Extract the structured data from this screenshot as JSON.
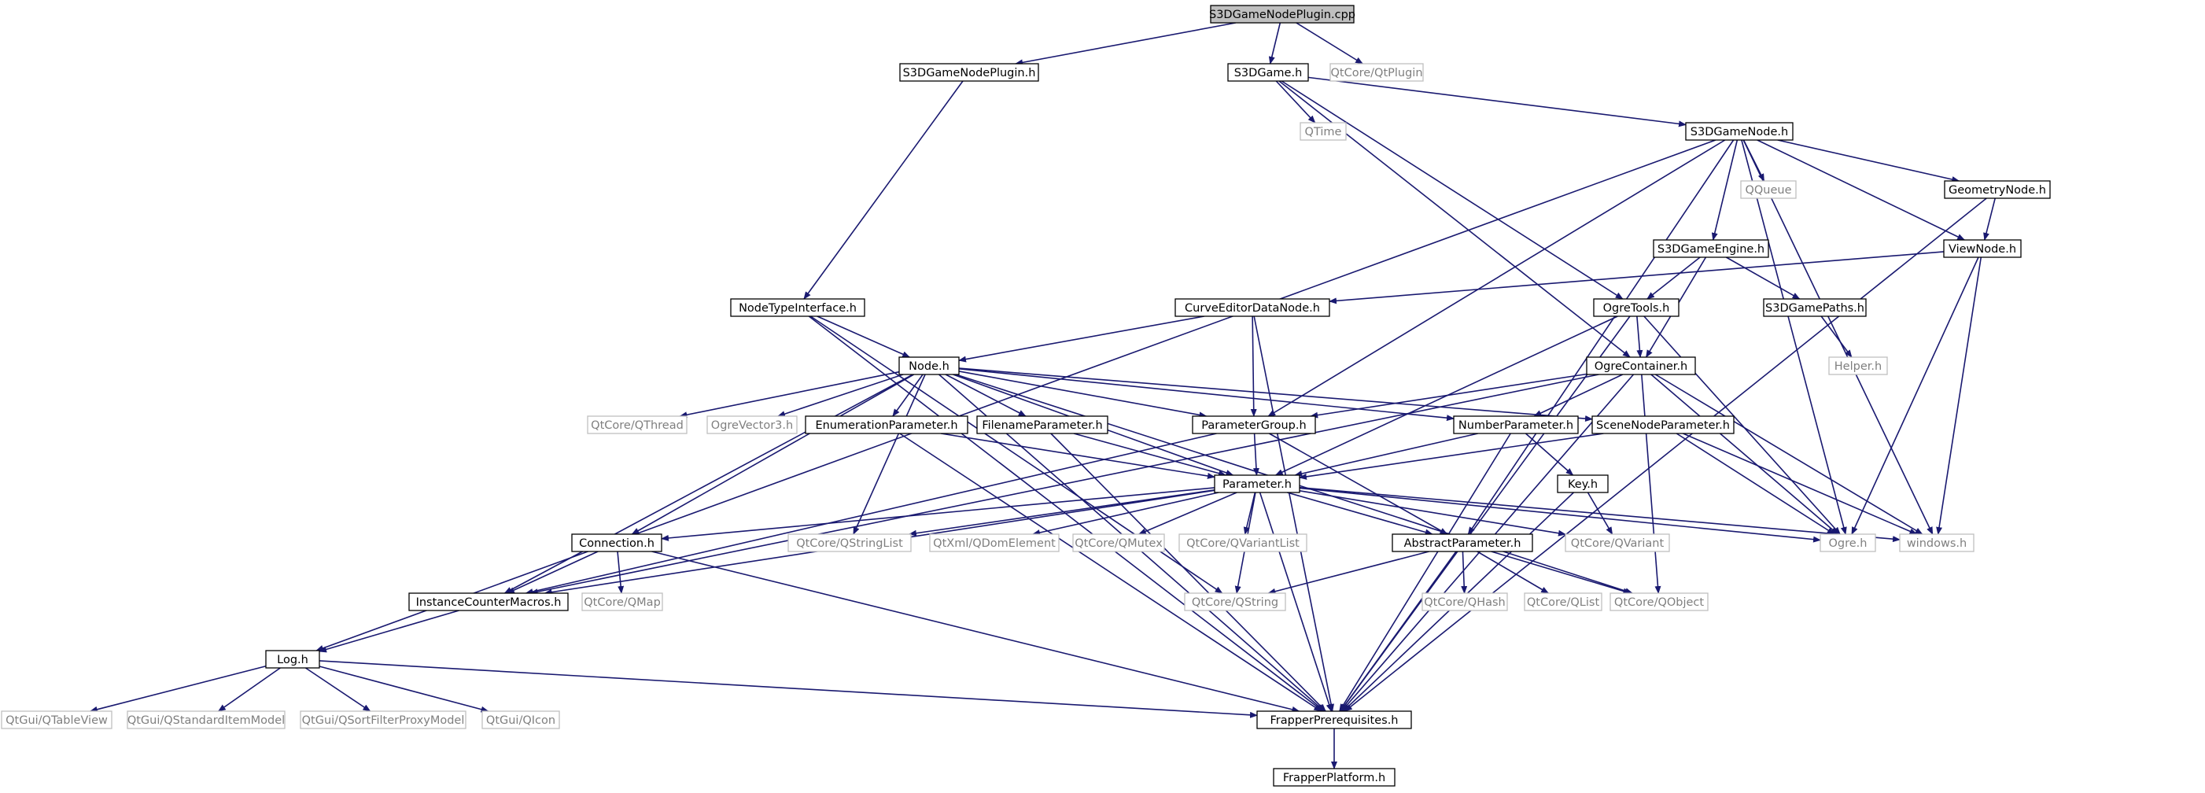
{
  "graph": {
    "colors": {
      "edge": "#191970",
      "root_fill": "#bfbfbf",
      "node_border": "#000000",
      "external_border": "#bfbfbf",
      "external_text": "#7f7f7f",
      "text": "#000000"
    },
    "nodes": [
      {
        "id": "root",
        "label": "S3DGameNodePlugin.cpp",
        "kind": "root"
      },
      {
        "id": "plugin_h",
        "label": "S3DGameNodePlugin.h",
        "kind": "header"
      },
      {
        "id": "game_h",
        "label": "S3DGame.h",
        "kind": "header"
      },
      {
        "id": "qtplugin",
        "label": "QtCore/QtPlugin",
        "kind": "external"
      },
      {
        "id": "qtime",
        "label": "QTime",
        "kind": "external"
      },
      {
        "id": "gamenode_h",
        "label": "S3DGameNode.h",
        "kind": "header"
      },
      {
        "id": "qqueue",
        "label": "QQueue",
        "kind": "external"
      },
      {
        "id": "geometrynode_h",
        "label": "GeometryNode.h",
        "kind": "header"
      },
      {
        "id": "gameengine_h",
        "label": "S3DGameEngine.h",
        "kind": "header"
      },
      {
        "id": "viewnode_h",
        "label": "ViewNode.h",
        "kind": "header"
      },
      {
        "id": "nodetypeinterface_h",
        "label": "NodeTypeInterface.h",
        "kind": "header"
      },
      {
        "id": "curveeditor_h",
        "label": "CurveEditorDataNode.h",
        "kind": "header"
      },
      {
        "id": "ogretools_h",
        "label": "OgreTools.h",
        "kind": "header"
      },
      {
        "id": "gamepaths_h",
        "label": "S3DGamePaths.h",
        "kind": "header"
      },
      {
        "id": "helper_h",
        "label": "Helper.h",
        "kind": "external"
      },
      {
        "id": "node_h",
        "label": "Node.h",
        "kind": "header"
      },
      {
        "id": "ogrecontainer_h",
        "label": "OgreContainer.h",
        "kind": "header"
      },
      {
        "id": "qthread",
        "label": "QtCore/QThread",
        "kind": "external"
      },
      {
        "id": "ogrevector3",
        "label": "OgreVector3.h",
        "kind": "external"
      },
      {
        "id": "enumparam_h",
        "label": "EnumerationParameter.h",
        "kind": "header"
      },
      {
        "id": "filenameparam_h",
        "label": "FilenameParameter.h",
        "kind": "header"
      },
      {
        "id": "paramgroup_h",
        "label": "ParameterGroup.h",
        "kind": "header"
      },
      {
        "id": "numberparam_h",
        "label": "NumberParameter.h",
        "kind": "header"
      },
      {
        "id": "scenenodeparam_h",
        "label": "SceneNodeParameter.h",
        "kind": "header"
      },
      {
        "id": "parameter_h",
        "label": "Parameter.h",
        "kind": "header"
      },
      {
        "id": "key_h",
        "label": "Key.h",
        "kind": "header"
      },
      {
        "id": "connection_h",
        "label": "Connection.h",
        "kind": "header"
      },
      {
        "id": "qstringlist",
        "label": "QtCore/QStringList",
        "kind": "external"
      },
      {
        "id": "qdomelement",
        "label": "QtXml/QDomElement",
        "kind": "external"
      },
      {
        "id": "qmutex",
        "label": "QtCore/QMutex",
        "kind": "external"
      },
      {
        "id": "qvariantlist",
        "label": "QtCore/QVariantList",
        "kind": "external"
      },
      {
        "id": "abstractparam_h",
        "label": "AbstractParameter.h",
        "kind": "header"
      },
      {
        "id": "qvariant",
        "label": "QtCore/QVariant",
        "kind": "external"
      },
      {
        "id": "ogre_h",
        "label": "Ogre.h",
        "kind": "external"
      },
      {
        "id": "windows_h",
        "label": "windows.h",
        "kind": "external"
      },
      {
        "id": "instancecounter_h",
        "label": "InstanceCounterMacros.h",
        "kind": "header"
      },
      {
        "id": "qmap",
        "label": "QtCore/QMap",
        "kind": "external"
      },
      {
        "id": "qstring",
        "label": "QtCore/QString",
        "kind": "external"
      },
      {
        "id": "qhash",
        "label": "QtCore/QHash",
        "kind": "external"
      },
      {
        "id": "qlist",
        "label": "QtCore/QList",
        "kind": "external"
      },
      {
        "id": "qobject",
        "label": "QtCore/QObject",
        "kind": "external"
      },
      {
        "id": "log_h",
        "label": "Log.h",
        "kind": "header"
      },
      {
        "id": "qtableview",
        "label": "QtGui/QTableView",
        "kind": "external"
      },
      {
        "id": "qstandarditemmodel",
        "label": "QtGui/QStandardItemModel",
        "kind": "external"
      },
      {
        "id": "qsortfilter",
        "label": "QtGui/QSortFilterProxyModel",
        "kind": "external"
      },
      {
        "id": "qicon",
        "label": "QtGui/QIcon",
        "kind": "external"
      },
      {
        "id": "frapperprereq_h",
        "label": "FrapperPrerequisites.h",
        "kind": "header"
      },
      {
        "id": "frapperplatform_h",
        "label": "FrapperPlatform.h",
        "kind": "header"
      }
    ],
    "edges": [
      [
        "root",
        "plugin_h"
      ],
      [
        "root",
        "game_h"
      ],
      [
        "root",
        "qtplugin"
      ],
      [
        "plugin_h",
        "nodetypeinterface_h"
      ],
      [
        "game_h",
        "qtime"
      ],
      [
        "game_h",
        "gamenode_h"
      ],
      [
        "game_h",
        "ogretools_h"
      ],
      [
        "game_h",
        "ogrecontainer_h"
      ],
      [
        "gamenode_h",
        "qqueue"
      ],
      [
        "gamenode_h",
        "geometrynode_h"
      ],
      [
        "gamenode_h",
        "gameengine_h"
      ],
      [
        "gamenode_h",
        "viewnode_h"
      ],
      [
        "gamenode_h",
        "log_h"
      ],
      [
        "gamenode_h",
        "paramgroup_h"
      ],
      [
        "gamenode_h",
        "abstractparam_h"
      ],
      [
        "gamenode_h",
        "ogre_h"
      ],
      [
        "gamenode_h",
        "windows_h"
      ],
      [
        "geometrynode_h",
        "viewnode_h"
      ],
      [
        "geometrynode_h",
        "frapperprereq_h"
      ],
      [
        "viewnode_h",
        "curveeditor_h"
      ],
      [
        "viewnode_h",
        "ogre_h"
      ],
      [
        "viewnode_h",
        "windows_h"
      ],
      [
        "gameengine_h",
        "ogretools_h"
      ],
      [
        "gameengine_h",
        "gamepaths_h"
      ],
      [
        "gameengine_h",
        "ogrecontainer_h"
      ],
      [
        "gamepaths_h",
        "helper_h"
      ],
      [
        "ogretools_h",
        "ogrecontainer_h"
      ],
      [
        "ogretools_h",
        "parameter_h"
      ],
      [
        "ogretools_h",
        "ogre_h"
      ],
      [
        "ogretools_h",
        "frapperprereq_h"
      ],
      [
        "nodetypeinterface_h",
        "node_h"
      ],
      [
        "nodetypeinterface_h",
        "qstring"
      ],
      [
        "nodetypeinterface_h",
        "frapperprereq_h"
      ],
      [
        "curveeditor_h",
        "node_h"
      ],
      [
        "curveeditor_h",
        "paramgroup_h"
      ],
      [
        "curveeditor_h",
        "frapperprereq_h"
      ],
      [
        "node_h",
        "qthread"
      ],
      [
        "node_h",
        "ogrevector3"
      ],
      [
        "node_h",
        "enumparam_h"
      ],
      [
        "node_h",
        "filenameparam_h"
      ],
      [
        "node_h",
        "paramgroup_h"
      ],
      [
        "node_h",
        "numberparam_h"
      ],
      [
        "node_h",
        "scenenodeparam_h"
      ],
      [
        "node_h",
        "parameter_h"
      ],
      [
        "node_h",
        "connection_h"
      ],
      [
        "node_h",
        "instancecounter_h"
      ],
      [
        "node_h",
        "qstringlist"
      ],
      [
        "node_h",
        "qobject"
      ],
      [
        "node_h",
        "frapperprereq_h"
      ],
      [
        "ogrecontainer_h",
        "paramgroup_h"
      ],
      [
        "ogrecontainer_h",
        "numberparam_h"
      ],
      [
        "ogrecontainer_h",
        "instancecounter_h"
      ],
      [
        "ogrecontainer_h",
        "qobject"
      ],
      [
        "ogrecontainer_h",
        "ogre_h"
      ],
      [
        "ogrecontainer_h",
        "windows_h"
      ],
      [
        "ogrecontainer_h",
        "frapperprereq_h"
      ],
      [
        "enumparam_h",
        "parameter_h"
      ],
      [
        "enumparam_h",
        "frapperprereq_h"
      ],
      [
        "filenameparam_h",
        "parameter_h"
      ],
      [
        "filenameparam_h",
        "frapperprereq_h"
      ],
      [
        "paramgroup_h",
        "parameter_h"
      ],
      [
        "paramgroup_h",
        "abstractparam_h"
      ],
      [
        "paramgroup_h",
        "instancecounter_h"
      ],
      [
        "numberparam_h",
        "parameter_h"
      ],
      [
        "numberparam_h",
        "key_h"
      ],
      [
        "numberparam_h",
        "frapperprereq_h"
      ],
      [
        "scenenodeparam_h",
        "parameter_h"
      ],
      [
        "scenenodeparam_h",
        "ogre_h"
      ],
      [
        "scenenodeparam_h",
        "windows_h"
      ],
      [
        "key_h",
        "qvariant"
      ],
      [
        "key_h",
        "frapperprereq_h"
      ],
      [
        "parameter_h",
        "connection_h"
      ],
      [
        "parameter_h",
        "instancecounter_h"
      ],
      [
        "parameter_h",
        "qstringlist"
      ],
      [
        "parameter_h",
        "qdomelement"
      ],
      [
        "parameter_h",
        "qmutex"
      ],
      [
        "parameter_h",
        "qvariantlist"
      ],
      [
        "parameter_h",
        "abstractparam_h"
      ],
      [
        "parameter_h",
        "qvariant"
      ],
      [
        "parameter_h",
        "ogre_h"
      ],
      [
        "parameter_h",
        "windows_h"
      ],
      [
        "parameter_h",
        "qstring"
      ],
      [
        "parameter_h",
        "frapperprereq_h"
      ],
      [
        "connection_h",
        "instancecounter_h"
      ],
      [
        "connection_h",
        "qmap"
      ],
      [
        "connection_h",
        "frapperprereq_h"
      ],
      [
        "abstractparam_h",
        "qstring"
      ],
      [
        "abstractparam_h",
        "qhash"
      ],
      [
        "abstractparam_h",
        "qlist"
      ],
      [
        "abstractparam_h",
        "qobject"
      ],
      [
        "abstractparam_h",
        "frapperprereq_h"
      ],
      [
        "instancecounter_h",
        "log_h"
      ],
      [
        "log_h",
        "qtableview"
      ],
      [
        "log_h",
        "qstandarditemmodel"
      ],
      [
        "log_h",
        "qsortfilter"
      ],
      [
        "log_h",
        "qicon"
      ],
      [
        "log_h",
        "frapperprereq_h"
      ],
      [
        "frapperprereq_h",
        "frapperplatform_h"
      ]
    ]
  }
}
